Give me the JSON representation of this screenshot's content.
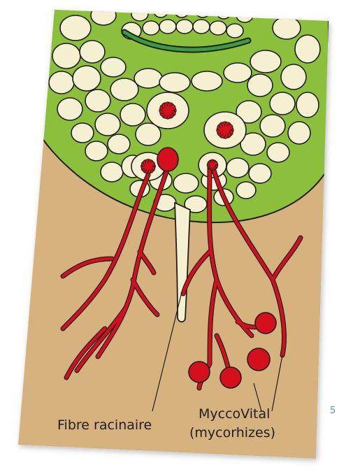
{
  "figure": {
    "labels": {
      "root_fiber": "Fibre racinaire",
      "mycco_line1": "MyccoVital",
      "mycco_line2": "(mycorhizes)"
    },
    "page_number": "5"
  },
  "colors": {
    "soil": "#d6b27e",
    "root_tissue": "#8cbf3c",
    "cell_fill": "#f6f0d2",
    "hypha_red": "#d4101c",
    "vascular_green": "#3f9a3f",
    "outline": "#1e1e1e"
  }
}
